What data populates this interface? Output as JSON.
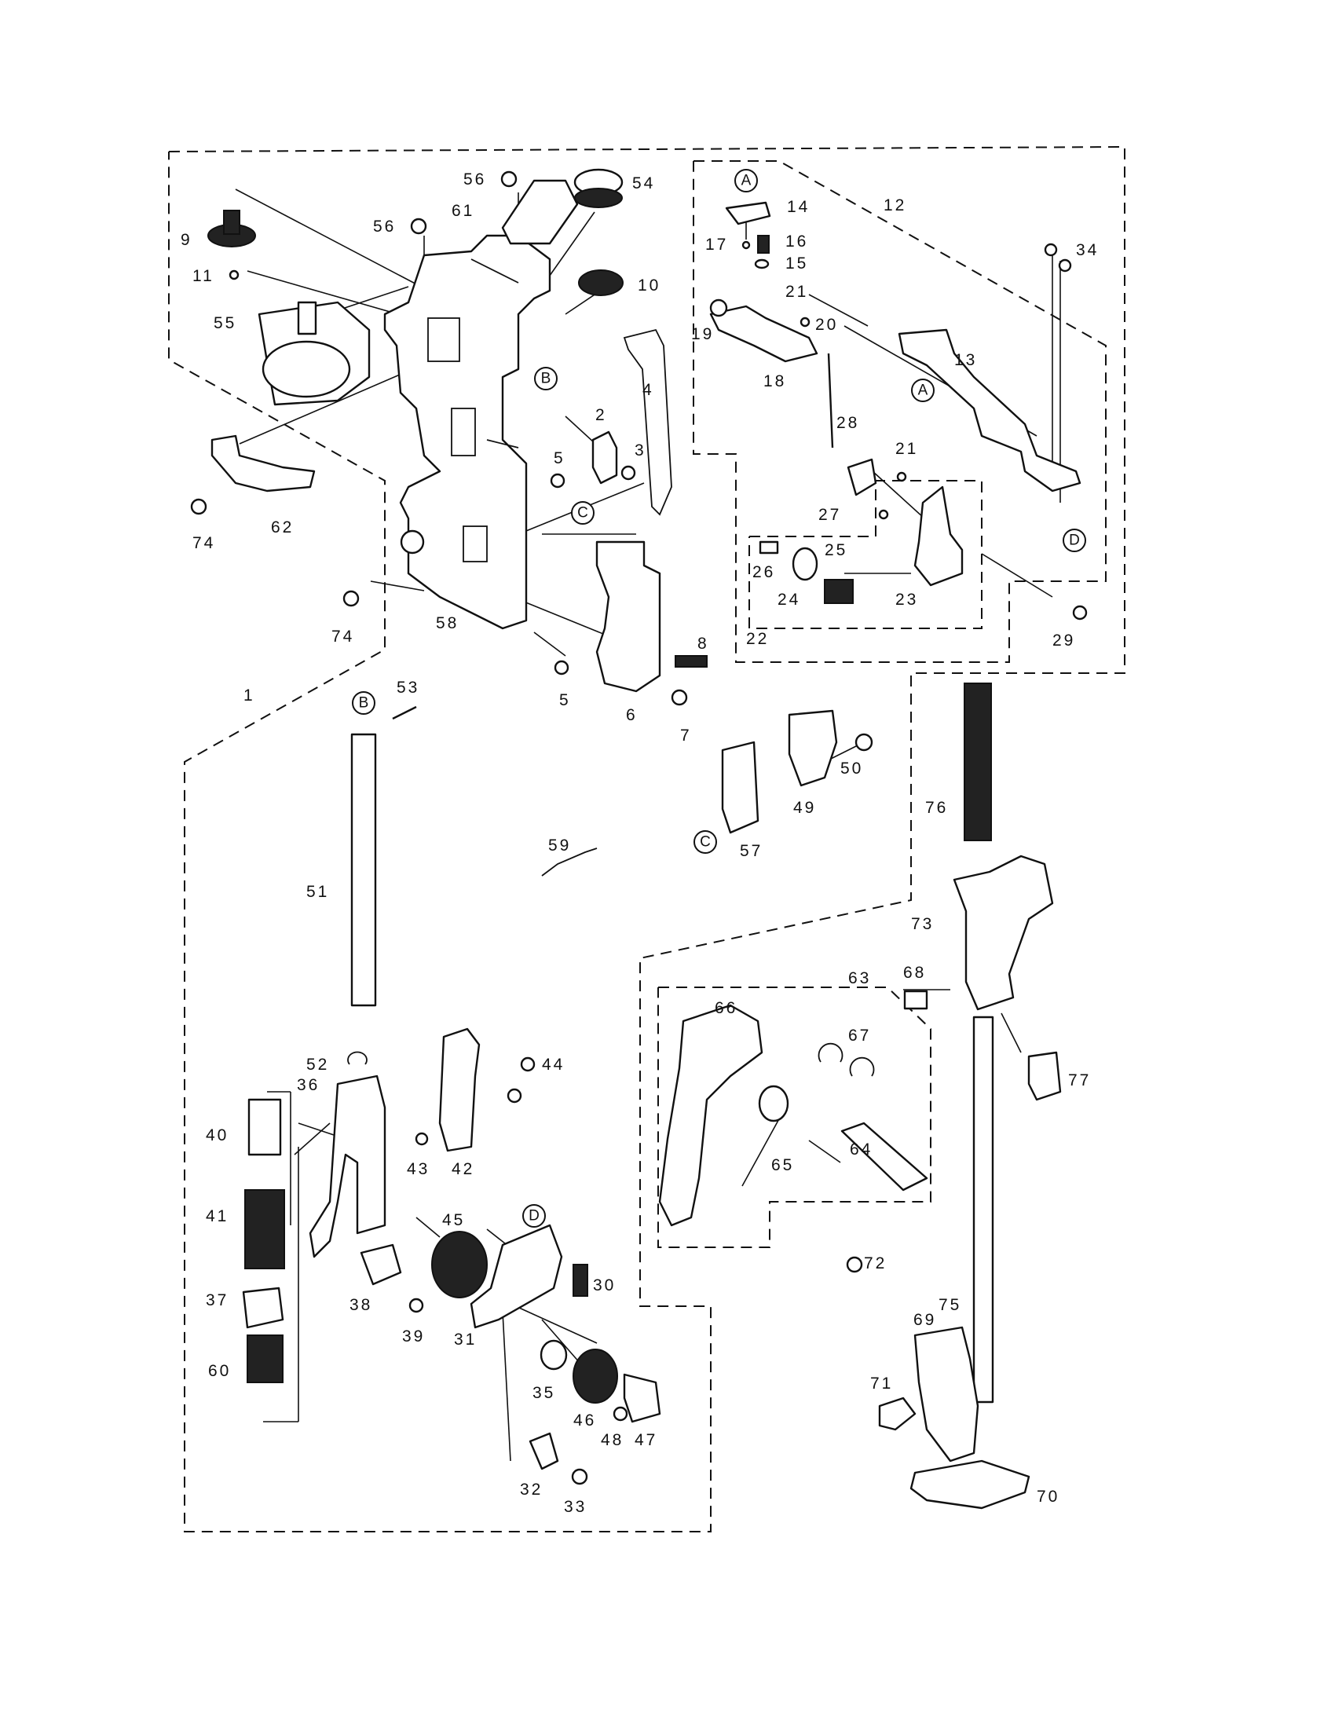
{
  "callouts": {
    "p1": "1",
    "p2": "2",
    "p3": "3",
    "p4": "4",
    "p5a": "5",
    "p5b": "5",
    "p6": "6",
    "p7": "7",
    "p8": "8",
    "p9": "9",
    "p10": "10",
    "p11": "11",
    "p12": "12",
    "p13": "13",
    "p14": "14",
    "p15": "15",
    "p16": "16",
    "p17": "17",
    "p18": "18",
    "p19": "19",
    "p20": "20",
    "p21a": "21",
    "p21b": "21",
    "p22": "22",
    "p23": "23",
    "p24": "24",
    "p25": "25",
    "p26": "26",
    "p27": "27",
    "p28": "28",
    "p29": "29",
    "p30": "30",
    "p31": "31",
    "p32": "32",
    "p33": "33",
    "p34": "34",
    "p35": "35",
    "p36": "36",
    "p37": "37",
    "p38": "38",
    "p39": "39",
    "p40": "40",
    "p41": "41",
    "p42": "42",
    "p43": "43",
    "p44": "44",
    "p45": "45",
    "p46": "46",
    "p47": "47",
    "p48": "48",
    "p49": "49",
    "p50": "50",
    "p51": "51",
    "p52": "52",
    "p53": "53",
    "p54": "54",
    "p55": "55",
    "p56a": "56",
    "p56b": "56",
    "p57": "57",
    "p58": "58",
    "p59": "59",
    "p60": "60",
    "p61": "61",
    "p62": "62",
    "p63": "63",
    "p64": "64",
    "p65": "65",
    "p66": "66",
    "p67": "67",
    "p68": "68",
    "p69": "69",
    "p70": "70",
    "p71": "71",
    "p72": "72",
    "p73": "73",
    "p74a": "74",
    "p74b": "74",
    "p75": "75",
    "p76": "76",
    "p77": "77"
  },
  "references": {
    "A1": "A",
    "A2": "A",
    "B1": "B",
    "B2": "B",
    "C1": "C",
    "C2": "C",
    "D1": "D",
    "D2": "D"
  }
}
